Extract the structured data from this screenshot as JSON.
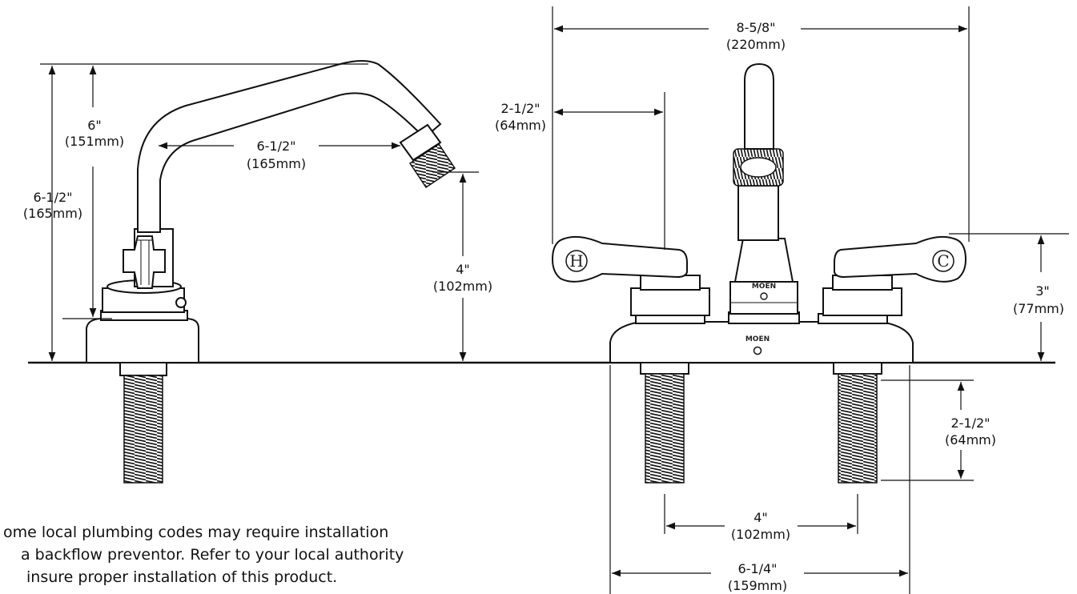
{
  "dimensions": {
    "side_total_height": {
      "imperial": "6-1/2\"",
      "metric": "(165mm)"
    },
    "side_spout_height": {
      "imperial": "6\"",
      "metric": "(151mm)"
    },
    "side_spout_reach": {
      "imperial": "6-1/2\"",
      "metric": "(165mm)"
    },
    "side_outlet_height": {
      "imperial": "4\"",
      "metric": "(102mm)"
    },
    "front_overall_width": {
      "imperial": "8-5/8\"",
      "metric": "(220mm)"
    },
    "front_handle_width": {
      "imperial": "2-1/2\"",
      "metric": "(64mm)"
    },
    "front_handle_height": {
      "imperial": "3\"",
      "metric": "(77mm)"
    },
    "front_shank_length": {
      "imperial": "2-1/2\"",
      "metric": "(64mm)"
    },
    "front_centers": {
      "imperial": "4\"",
      "metric": "(102mm)"
    },
    "front_base_width": {
      "imperial": "6-1/4\"",
      "metric": "(159mm)"
    }
  },
  "labels": {
    "brand": "MOEN",
    "hot": "H",
    "cold": "C"
  },
  "note": {
    "line1": "ome local plumbing codes may require installation",
    "line2": "a backflow preventor.  Refer to your local authority",
    "line3": "insure proper installation of this product."
  },
  "icons": [
    "arrow-icon",
    "moen-logo-icon",
    "hot-indicator-icon",
    "cold-indicator-icon"
  ]
}
